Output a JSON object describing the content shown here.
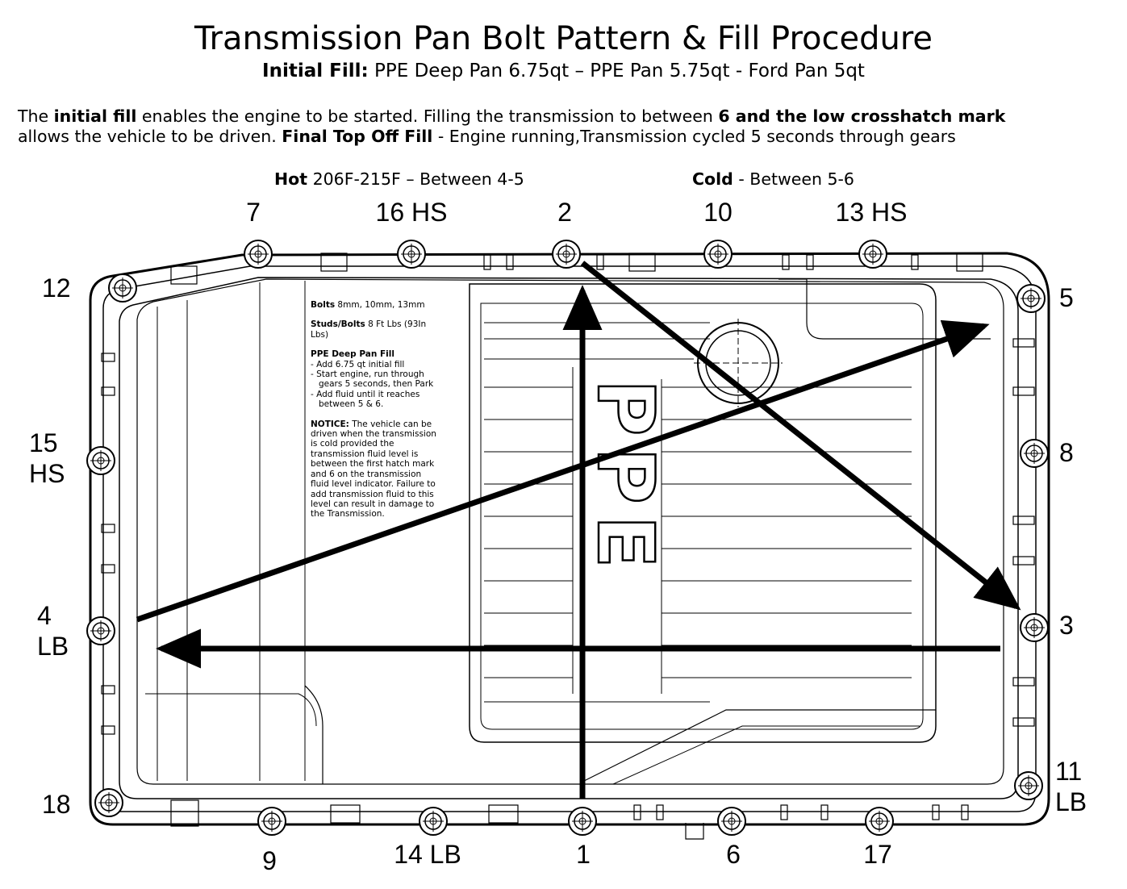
{
  "title": "Transmission Pan Bolt Pattern & Fill Procedure",
  "subtitle": {
    "label": "Initial Fill:",
    "text": " PPE Deep Pan 6.75qt – PPE Pan 5.75qt - Ford Pan 5qt"
  },
  "intro": {
    "p1": "The ",
    "b1": "initial fill",
    "p2": " enables the engine to be started. Filling the transmission to between ",
    "b2": "6 and the low crosshatch mark",
    "p3": "allows the vehicle to be driven. ",
    "b3": "Final Top Off Fill",
    "p4": " - Engine running,Transmission cycled 5 seconds through gears"
  },
  "hot": {
    "label": "Hot",
    "text": " 206F-215F – Between 4-5"
  },
  "cold": {
    "label": "Cold",
    "text": " - Between 5-6"
  },
  "bolts": {
    "b7": "7",
    "b16": "16 HS",
    "b2": "2",
    "b10": "10",
    "b13": "13 HS",
    "b12": "12",
    "b5": "5",
    "b15a": "15",
    "b15b": "HS",
    "b8": "8",
    "b4a": "4",
    "b4b": "LB",
    "b3": "3",
    "b18": "18",
    "b11a": "11",
    "b11b": "LB",
    "b9": "9",
    "b14": "14 LB",
    "b1": "1",
    "b6": "6",
    "b17": "17"
  },
  "notes": {
    "bolts_label": "Bolts",
    "bolts_text": " 8mm, 10mm, 13mm",
    "studs_label": "Studs/Bolts",
    "studs_text": " 8 Ft Lbs (93In Lbs)",
    "deep_title": "PPE Deep Pan Fill",
    "step1": "- Add 6.75 qt initial fill",
    "step2a": "- Start engine, run through",
    "step2b": "gears 5 seconds, then Park",
    "step3a": "- Add fluid until it reaches",
    "step3b": "between 5 & 6.",
    "notice_label": "NOTICE:",
    "notice_text": " The vehicle can be driven when the transmission is cold provided the transmission fluid level is between the first hatch mark and 6 on the transmission fluid level indicator. Failure to add transmission fluid to this level can result in damage to the Transmission."
  },
  "logo_text": "PPE"
}
